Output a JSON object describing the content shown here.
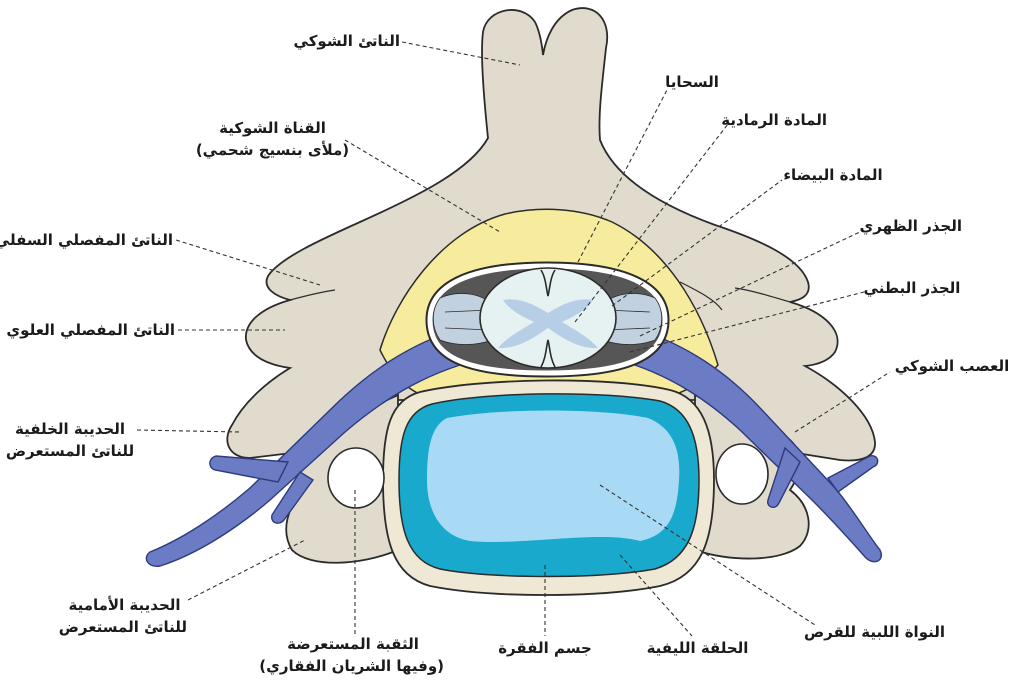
{
  "diagram": {
    "labels": {
      "spinous_process": "الناتئ الشوكي",
      "spinal_canal": [
        "القناة الشوكية",
        "(ملأى بنسيج شحمي)"
      ],
      "inferior_articular_process": "الناتئ المفصلي السفلي",
      "superior_articular_process": "الناتئ المفصلي العلوي",
      "posterior_tubercle": [
        "الحديبة الخلفية",
        "للناتئ المستعرض"
      ],
      "anterior_tubercle": [
        "الحديبة الأمامية",
        "للناتئ المستعرض"
      ],
      "transverse_foramen": [
        "الثقبة المستعرضة",
        "(وفيها الشريان الفقاري)"
      ],
      "vertebral_body": "جسم الفقرة",
      "annulus_fibrosus": "الحلقة الليفية",
      "nucleus_pulposus": "النواة اللبية للقرص",
      "spinal_nerve": "العصب الشوكي",
      "ventral_root": "الجذر البطني",
      "dorsal_root": "الجذر الظهري",
      "white_matter": "المادة البيضاء",
      "gray_matter": "المادة الرمادية",
      "meninges": "السحايا"
    },
    "colors": {
      "bone": "#e1dbcd",
      "vertebral_body": "#efe8d5",
      "epidural_fat": "#f7eb9d",
      "annulus_fibrosus": "#19a9cd",
      "nucleus_pulposus": "#a8daf5",
      "spinal_nerve": "#6b7cc4",
      "spinal_nerve_outline": "#2d3b7e",
      "csf_space": "#565656",
      "subarachnoid_roots": "#c2d1df",
      "spinal_cord": "#e6f2f1",
      "gray_matter": "#b7cfe6",
      "outline": "#2b2b2b",
      "dura_border": "#ffffff",
      "foramen": "#ffffff"
    }
  }
}
